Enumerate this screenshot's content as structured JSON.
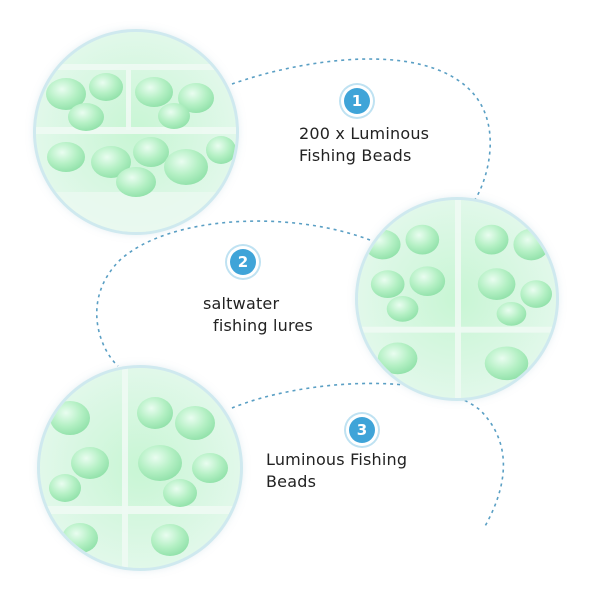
{
  "features": [
    {
      "number": "1",
      "lines": [
        "200 x Luminous",
        "Fishing Beads"
      ]
    },
    {
      "number": "2",
      "lines": [
        "saltwater",
        "fishing lures"
      ]
    },
    {
      "number": "3",
      "lines": [
        "Luminous Fishing",
        "Beads"
      ]
    }
  ],
  "colors": {
    "badge": "#3fa4d8",
    "bead_glow": "#b4f0c4",
    "connector": "#5a9fc4"
  },
  "icons": [
    "bead-closeup-image",
    "bead-closeup-image",
    "bead-closeup-image"
  ]
}
